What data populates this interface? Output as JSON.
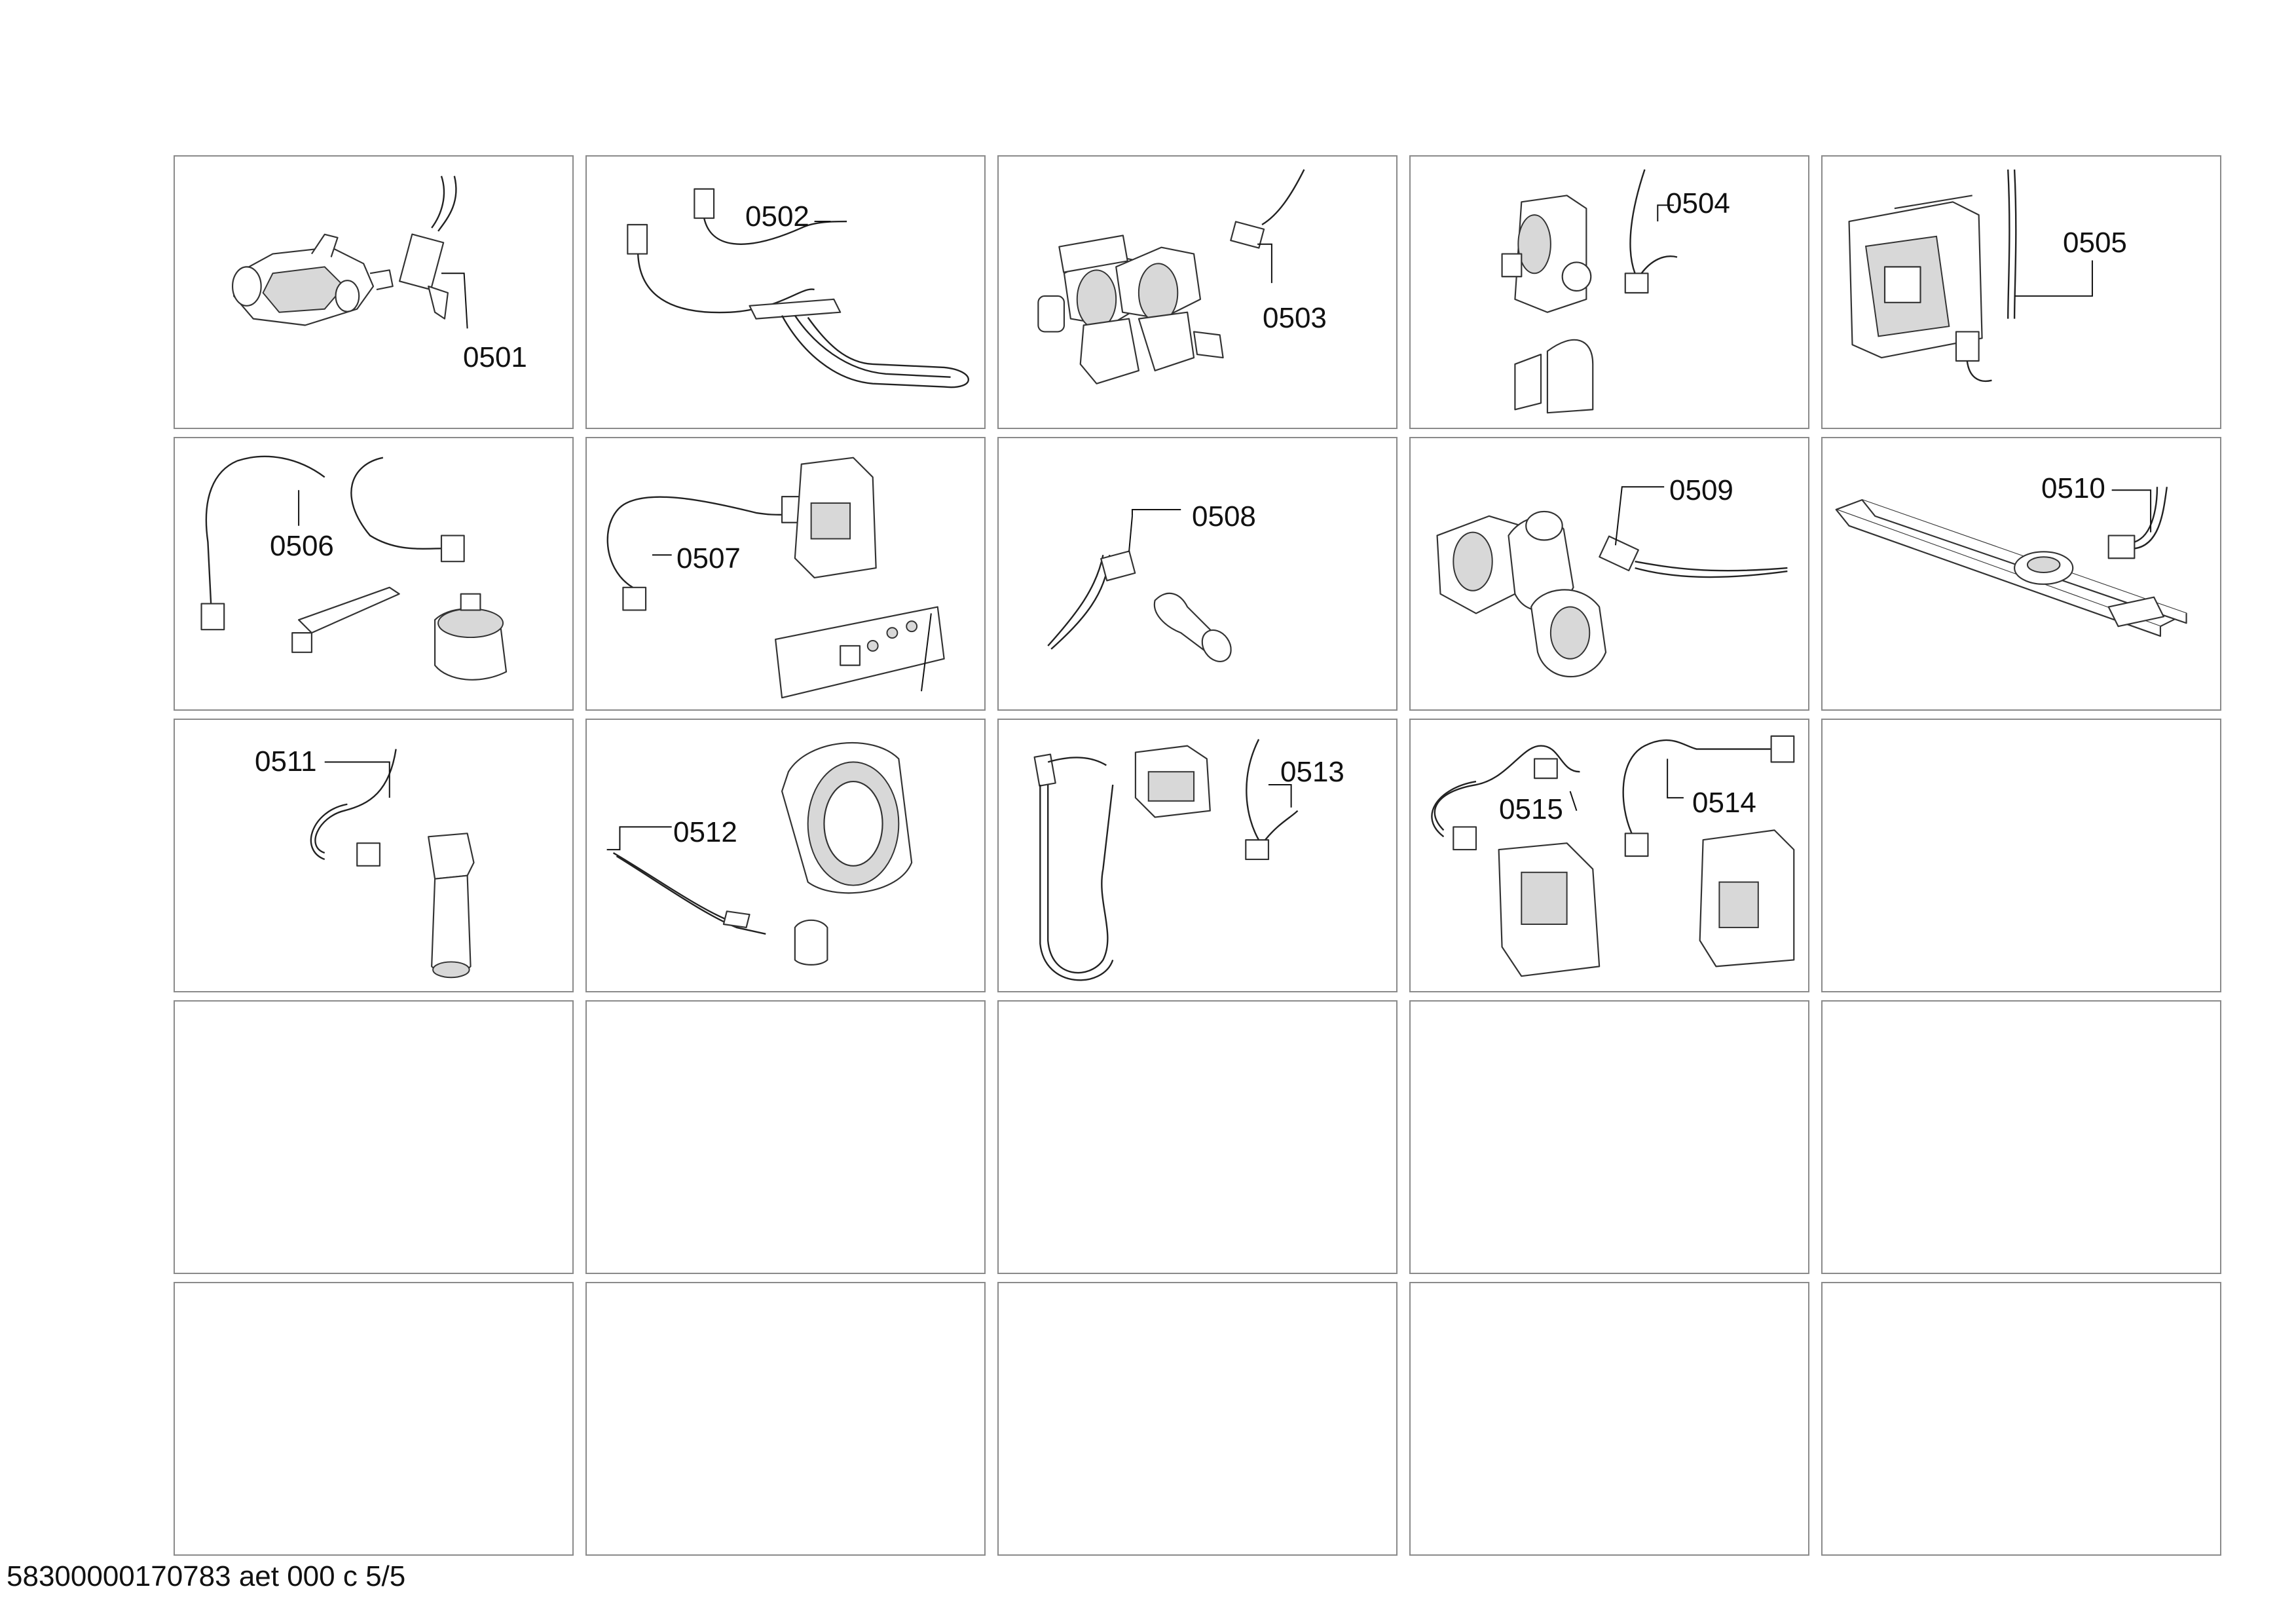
{
  "diagram": {
    "parts": [
      {
        "id": "0501",
        "component": "motor-icon"
      },
      {
        "id": "0502",
        "component": "heater-icon"
      },
      {
        "id": "0503",
        "component": "valve-icon"
      },
      {
        "id": "0504",
        "component": "valve-icon"
      },
      {
        "id": "0505",
        "component": "module-icon"
      },
      {
        "id": "0506",
        "component": "pressure-switch-icon"
      },
      {
        "id": "0507",
        "component": "control-board-icon"
      },
      {
        "id": "0508",
        "component": "sensor-icon"
      },
      {
        "id": "0509",
        "component": "pump-icon"
      },
      {
        "id": "0510",
        "component": "harness-icon"
      },
      {
        "id": "0511",
        "component": "sensor-icon"
      },
      {
        "id": "0512",
        "component": "tub-icon"
      },
      {
        "id": "0513",
        "component": "hose-icon"
      },
      {
        "id": "0515",
        "component": "control-board-icon"
      },
      {
        "id": "0514",
        "component": "module-icon"
      }
    ],
    "footer": "58300000170783 aet 000 c 5/5"
  }
}
